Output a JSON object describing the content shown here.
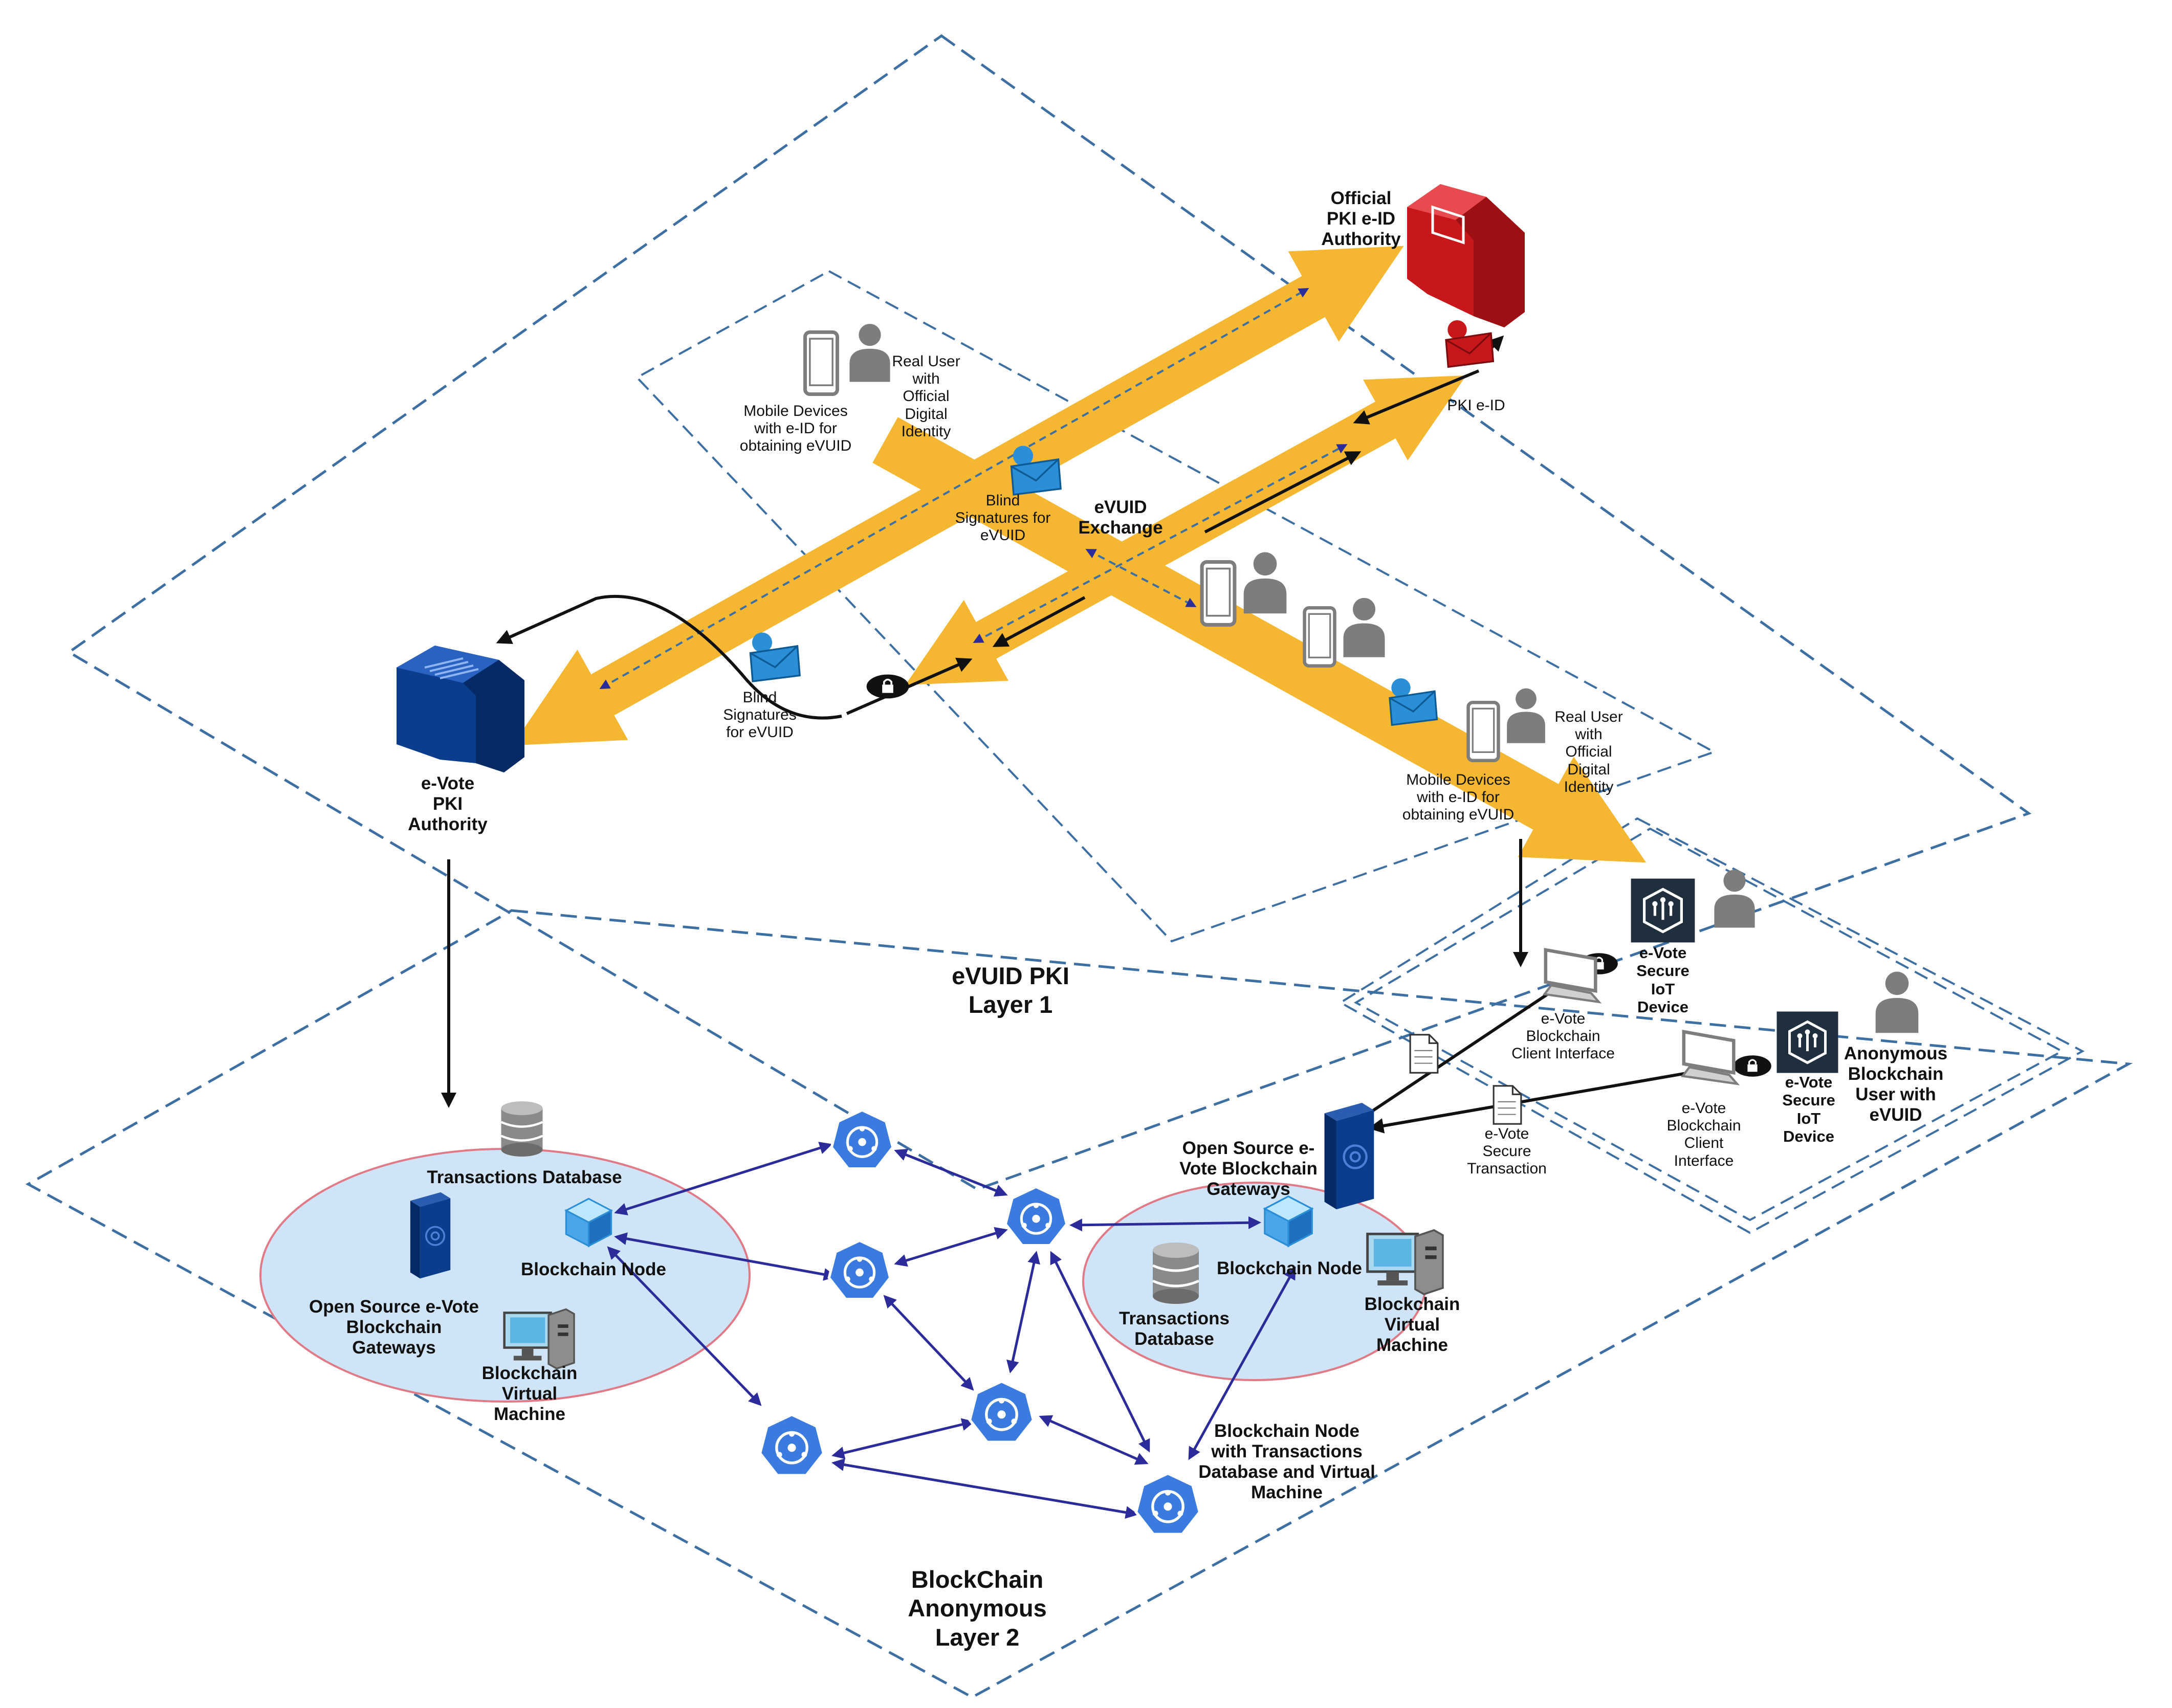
{
  "layers": {
    "layer1": "eVUID PKI\nLayer 1",
    "layer2": "BlockChain\nAnonymous\nLayer 2"
  },
  "pki": {
    "official": "Official\nPKI e-ID\nAuthority",
    "pki_eid": "PKI e-ID",
    "evote": "e-Vote\nPKI\nAuthority",
    "exchange": "eVUID\nExchange",
    "blind1": "Blind\nSignatures for\neVUID",
    "blind2": "Blind\nSignatures\nfor eVUID",
    "mobile": "Mobile Devices\nwith e-ID for\nobtaining eVUID",
    "real_user": "Real User\nwith\nOfficial\nDigital\nIdentity"
  },
  "left_cluster": {
    "db": "Transactions Database",
    "node": "Blockchain Node",
    "gateways": "Open Source e-Vote\nBlockchain\nGateways",
    "vm": "Blockchain\nVirtual\nMachine"
  },
  "right_cluster": {
    "gateways": "Open Source e-\nVote Blockchain\nGateways",
    "node": "Blockchain Node",
    "db": "Transactions\nDatabase",
    "vm": "Blockchain\nVirtual\nMachine"
  },
  "network": {
    "node_full": "Blockchain Node\nwith Transactions\nDatabase and Virtual\nMachine"
  },
  "clients": {
    "client_interface_1": "e-Vote\nBlockchain\nClient Interface",
    "client_interface_2": "e-Vote\nBlockchain\nClient\nInterface",
    "iot": "e-Vote\nSecure\nIoT\nDevice",
    "secure_tx": "e-Vote\nSecure\nTransaction",
    "anon_user": "Anonymous\nBlockchain\nUser with\neVUID"
  },
  "colors": {
    "dash": "#3d6fa3",
    "band": "#f5b731",
    "red": "#c8171b",
    "navy": "#0b3d8c",
    "node": "#3b7be0",
    "arrow": "#2b2c9a",
    "ellipse_fill": "#cfe5f7",
    "ellipse_edge": "#e07a86",
    "envelope": "#2a8fd6",
    "gray": "#7d7d7d",
    "iot": "#1f2f3e"
  }
}
